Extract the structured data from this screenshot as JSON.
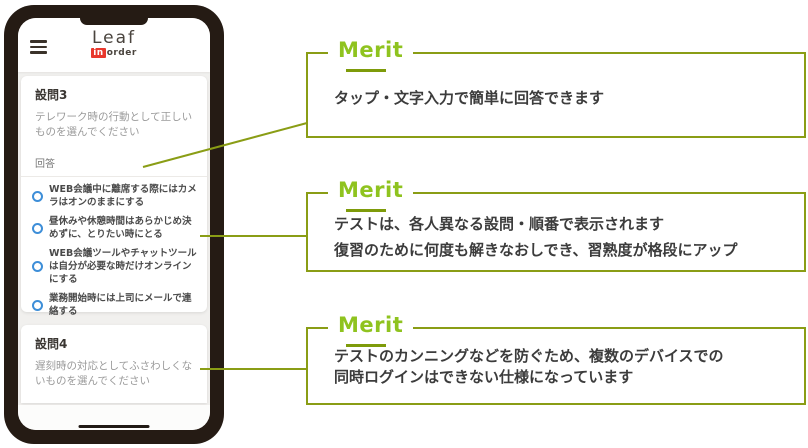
{
  "colors": {
    "accent_green": "#8fc31f",
    "olive_line": "#8a9d15",
    "logo_red": "#e8382d",
    "radio_blue": "#3d8ed8",
    "phone_frame": "#251b14"
  },
  "phone": {
    "logo": {
      "name": "Leaf",
      "badge": "in",
      "suffix": "order"
    },
    "q3": {
      "title": "設問3",
      "description": "テレワーク時の行動として正しいものを選んでください",
      "answer_label": "回答",
      "options": [
        "WEB会議中に離席する際にはカメラはオンのままにする",
        "昼休みや休憩時間はあらかじめ決めずに、とりたい時にとる",
        "WEB会議ツールやチャットツールは自分が必要な時だけオンラインにする",
        "業務開始時には上司にメールで連絡する"
      ]
    },
    "q4": {
      "title": "設問4",
      "description": "遅刻時の対応としてふさわしくないものを選んでください"
    }
  },
  "callouts": [
    {
      "label": "Merit",
      "lines": [
        "タップ・文字入力で簡単に回答できます"
      ]
    },
    {
      "label": "Merit",
      "lines": [
        "テストは、各人異なる設問・順番で表示されます",
        "復習のために何度も解きなおしでき、習熟度が格段にアップ"
      ]
    },
    {
      "label": "Merit",
      "lines": [
        "テストのカンニングなどを防ぐため、複数のデバイスでの",
        "同時ログインはできない仕様になっています"
      ]
    }
  ]
}
